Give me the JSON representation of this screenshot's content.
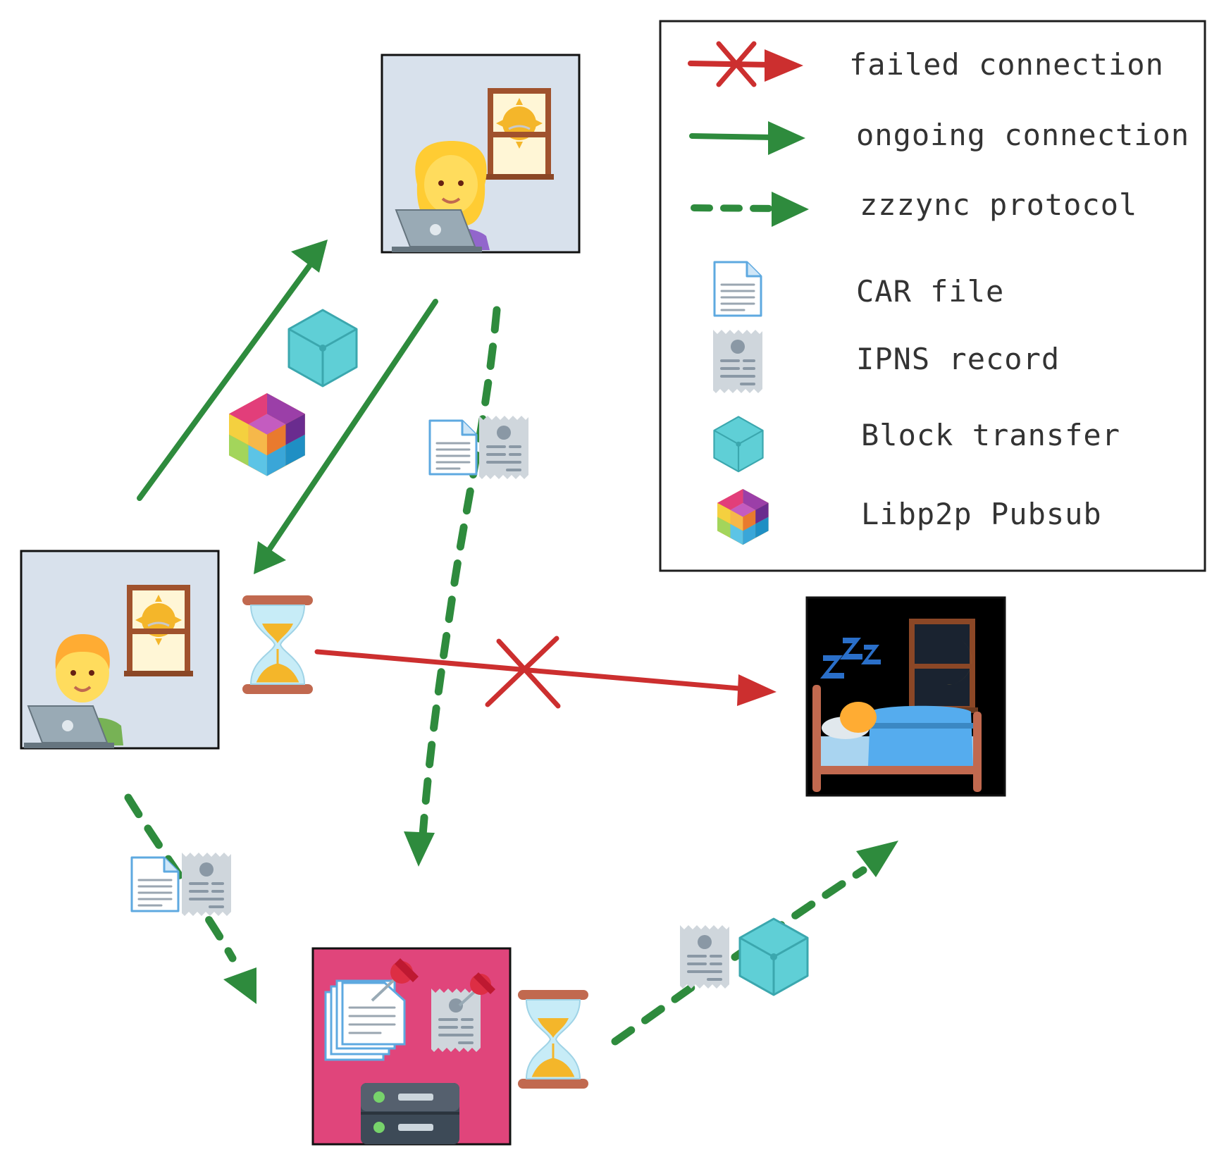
{
  "legend": {
    "items": [
      {
        "label": "failed connection",
        "icon": "failed-connection-arrow-icon",
        "color": "#cc2f2f"
      },
      {
        "label": "ongoing connection",
        "icon": "solid-arrow-icon",
        "color": "#2e8b3d"
      },
      {
        "label": "zzzync protocol",
        "icon": "dashed-arrow-icon",
        "color": "#2e8b3d"
      },
      {
        "label": "CAR file",
        "icon": "document-icon"
      },
      {
        "label": "IPNS record",
        "icon": "receipt-icon"
      },
      {
        "label": "Block transfer",
        "icon": "cube-icon"
      },
      {
        "label": "Libp2p Pubsub",
        "icon": "libp2p-cube-icon"
      }
    ]
  },
  "nodes": {
    "woman_laptop": {
      "icons": [
        "woman-icon",
        "laptop-icon",
        "window-sun-icon"
      ],
      "background": "#d8e1ec"
    },
    "man_laptop": {
      "icons": [
        "man-icon",
        "laptop-icon",
        "window-sun-icon"
      ],
      "background": "#d8e1ec"
    },
    "sleeping": {
      "icons": [
        "zzz-icon",
        "bed-icon",
        "window-moon-icon"
      ],
      "background": "#000000"
    },
    "pinning_server": {
      "icons": [
        "pinned-documents-icon",
        "pinned-receipt-icon",
        "server-icon"
      ],
      "background": "#e0457b"
    }
  },
  "colors": {
    "green": "#2e8b3d",
    "red": "#cc2f2f",
    "cube": "#5fcfd6",
    "doc_blue": "#5ea9e0",
    "receipt_gray": "#cfd6dc",
    "hourglass_wood": "#c1694f",
    "hourglass_sand": "#f4b62a"
  }
}
